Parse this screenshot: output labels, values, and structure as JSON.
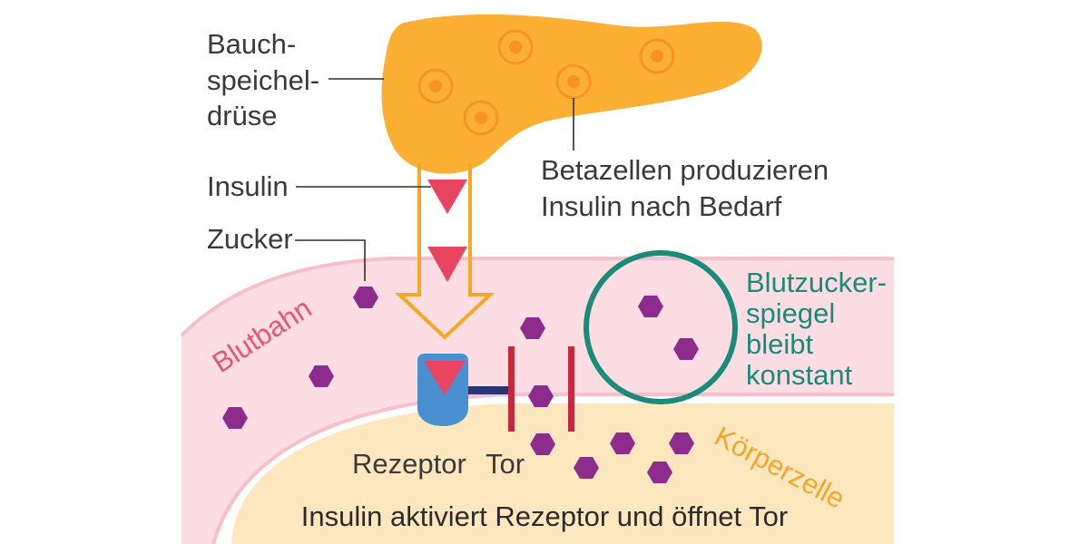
{
  "labels": {
    "pancreas_line1": "Bauch-",
    "pancreas_line2": "speichel-",
    "pancreas_line3": "drüse",
    "insulin": "Insulin",
    "sugar": "Zucker",
    "beta_line1": "Betazellen produzieren",
    "beta_line2": "Insulin nach Bedarf",
    "bloodstream": "Blutbahn",
    "level_line1": "Blutzucker-",
    "level_line2": "spiegel",
    "level_line3": "bleibt",
    "level_line4": "konstant",
    "receptor": "Rezeptor",
    "gate": "Tor",
    "body_cell": "Körperzelle",
    "caption": "Insulin aktiviert Rezeptor und öffnet Tor"
  },
  "colors": {
    "pancreas": "#fbb034",
    "beta_cell": "#f7941d",
    "insulin": "#e9445f",
    "sugar": "#8e2c8e",
    "bloodstream": "#fbdde3",
    "bloodstream_edge": "#f7bfcb",
    "body_cell": "#fde7bf",
    "receptor": "#4a8fcf",
    "connector": "#2a3576",
    "gate": "#c8283f",
    "level_ring": "#1a8a79",
    "arrow_outline": "#f6a823"
  },
  "icons": {
    "insulin": "triangle-down",
    "sugar": "hexagon",
    "beta_cell": "concentric-circle"
  }
}
